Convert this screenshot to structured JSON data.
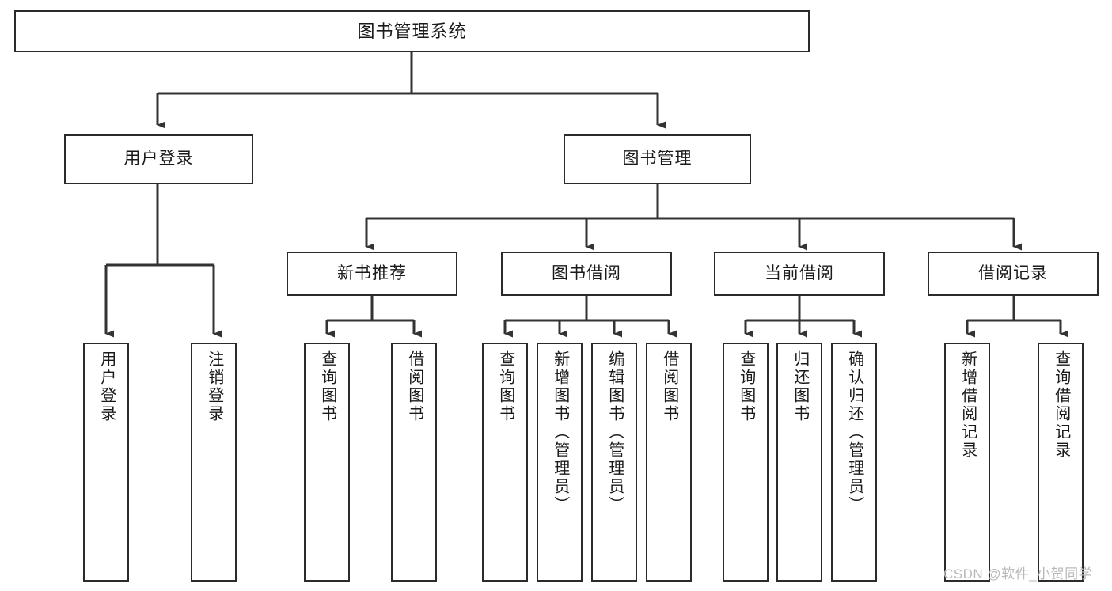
{
  "diagram": {
    "type": "tree-hierarchy",
    "title": "图书管理系统",
    "orientation": "top-down",
    "levels": 4,
    "root": {
      "label": "图书管理系统"
    },
    "level2": [
      {
        "label": "用户登录"
      },
      {
        "label": "图书管理"
      }
    ],
    "level3": [
      {
        "label": "新书推荐"
      },
      {
        "label": "图书借阅"
      },
      {
        "label": "当前借阅"
      },
      {
        "label": "借阅记录"
      }
    ],
    "leaves_user_login": [
      {
        "label": "用户登录"
      },
      {
        "label": "注销登录"
      }
    ],
    "leaves_new_book": [
      {
        "label": "查询图书"
      },
      {
        "label": "借阅图书"
      }
    ],
    "leaves_borrow": [
      {
        "label": "查询图书"
      },
      {
        "label": "新增图书（管理员）"
      },
      {
        "label": "编辑图书（管理员）"
      },
      {
        "label": "借阅图书"
      }
    ],
    "leaves_current": [
      {
        "label": "查询图书"
      },
      {
        "label": "归还图书"
      },
      {
        "label": "确认归还（管理员）"
      }
    ],
    "leaves_records": [
      {
        "label": "新增借阅记录"
      },
      {
        "label": "查询借阅记录"
      }
    ],
    "colors": {
      "box_border": "#2b2b2b",
      "box_fill": "#ffffff",
      "connector": "#333333",
      "text": "#1a1a1a",
      "watermark": "#b9b9b9",
      "background": "#ffffff"
    }
  },
  "watermark": {
    "text": "CSDN @软件_小贺同学"
  }
}
